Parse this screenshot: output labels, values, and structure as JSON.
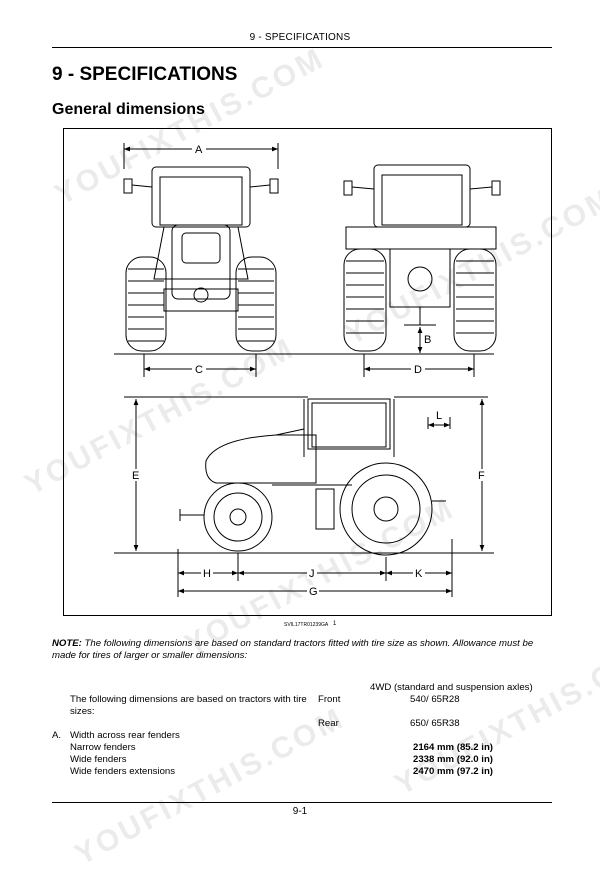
{
  "header": {
    "running_title": "9 - SPECIFICATIONS"
  },
  "chapter_title": "9 - SPECIFICATIONS",
  "section_title": "General dimensions",
  "figure": {
    "dimension_labels": [
      "A",
      "B",
      "C",
      "D",
      "E",
      "F",
      "L",
      "H",
      "J",
      "K",
      "G"
    ],
    "code": "SVIL17TR01239GA",
    "number": "1"
  },
  "note": {
    "label": "NOTE:",
    "text": "The following dimensions are based on standard tractors fitted with tire size as shown. Allowance must be made for tires of larger or smaller dimensions:"
  },
  "spec_table": {
    "column_header": "4WD (standard and suspension axles)",
    "tire_intro": "The following dimensions are based on tractors with tire sizes:",
    "front_label": "Front",
    "front_value": "540/ 65R28",
    "rear_label": "Rear",
    "rear_value": "650/ 65R38",
    "section_a_letter": "A.",
    "section_a_title": "Width across rear fenders",
    "rows": [
      {
        "label": "Narrow fenders",
        "mm": "2164 mm",
        "inch": "(85.2 in)"
      },
      {
        "label": "Wide fenders",
        "mm": "2338 mm",
        "inch": "(92.0 in)"
      },
      {
        "label": "Wide fenders extensions",
        "mm": "2470 mm",
        "inch": "(97.2 in)"
      }
    ]
  },
  "footer": {
    "page_number": "9-1"
  },
  "watermark_text": "YOUFIXTHIS.COM"
}
